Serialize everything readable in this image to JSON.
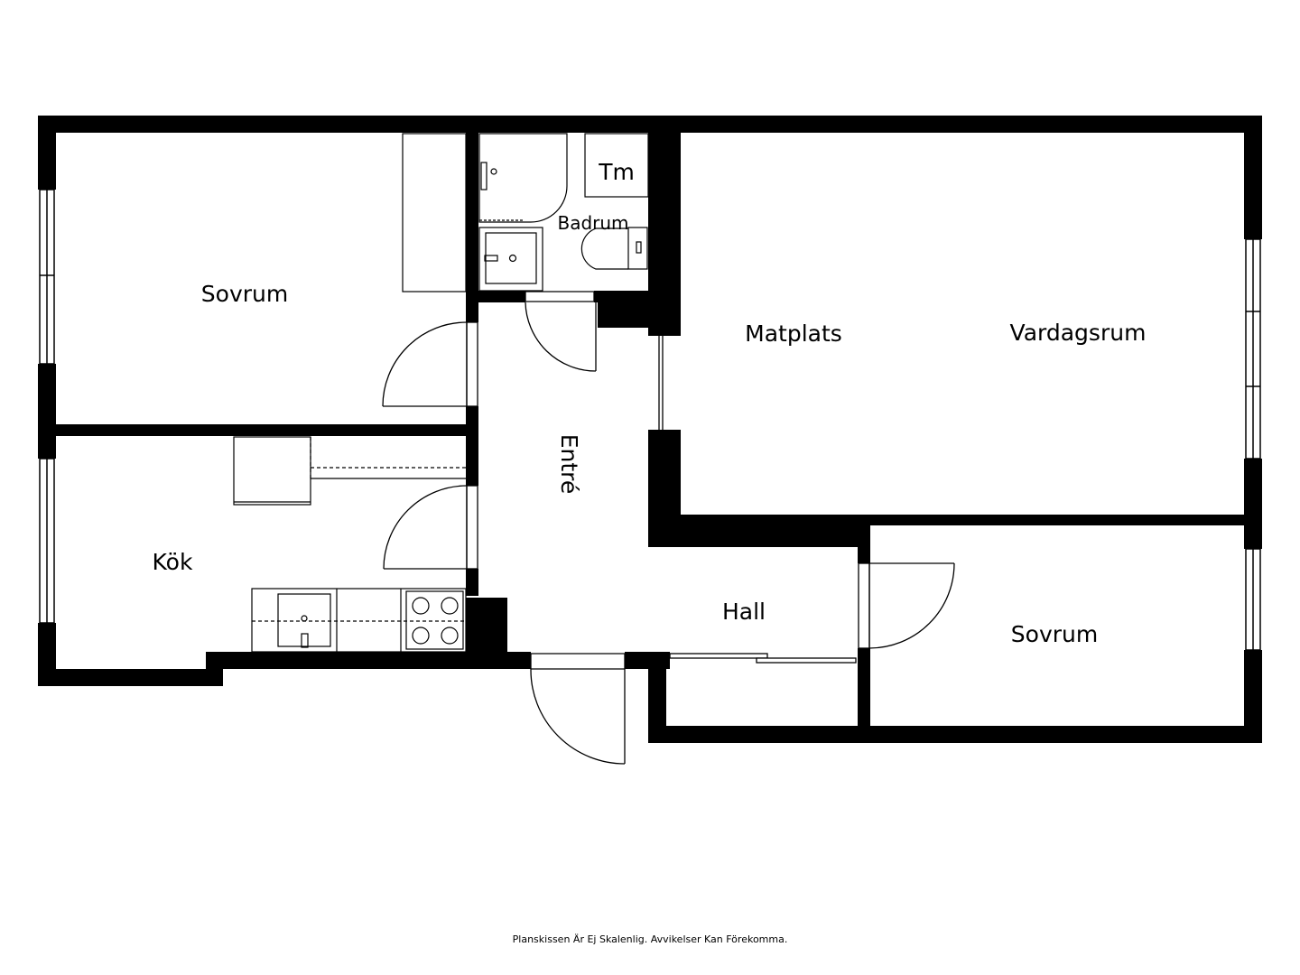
{
  "rooms": {
    "sovrum_nw": "Sovrum",
    "badrum": "Badrum",
    "tm": "Tm",
    "matplats": "Matplats",
    "vardagsrum": "Vardagsrum",
    "entre": "Entré",
    "kok": "Kök",
    "hall": "Hall",
    "sovrum_se": "Sovrum"
  },
  "footer": {
    "disclaimer": "Planskissen Är Ej Skalenlig. Avvikelser Kan Förekomma."
  }
}
